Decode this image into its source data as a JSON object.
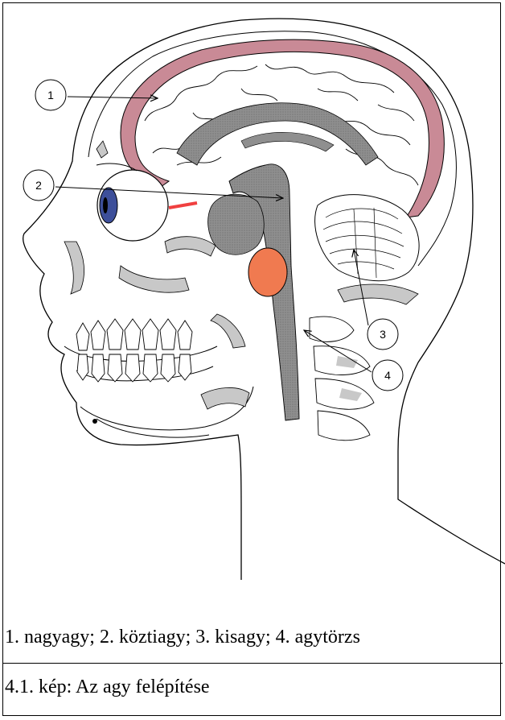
{
  "figure": {
    "callouts": [
      {
        "number": "1"
      },
      {
        "number": "2"
      },
      {
        "number": "3"
      },
      {
        "number": "4"
      }
    ],
    "colors": {
      "cortex_rim": "#c98a96",
      "brainstem": "#8f8f8f",
      "hypophysis": "#f07a50",
      "iris": "#3d4f9a",
      "optic_nerve": "#f04040",
      "bone_shade": "#c8c8c8"
    }
  },
  "legend": {
    "line": "1. nagyagy; 2. köztiagy; 3. kisagy; 4. agytörzs"
  },
  "caption": {
    "line": "4.1. kép: Az agy felépítése"
  }
}
